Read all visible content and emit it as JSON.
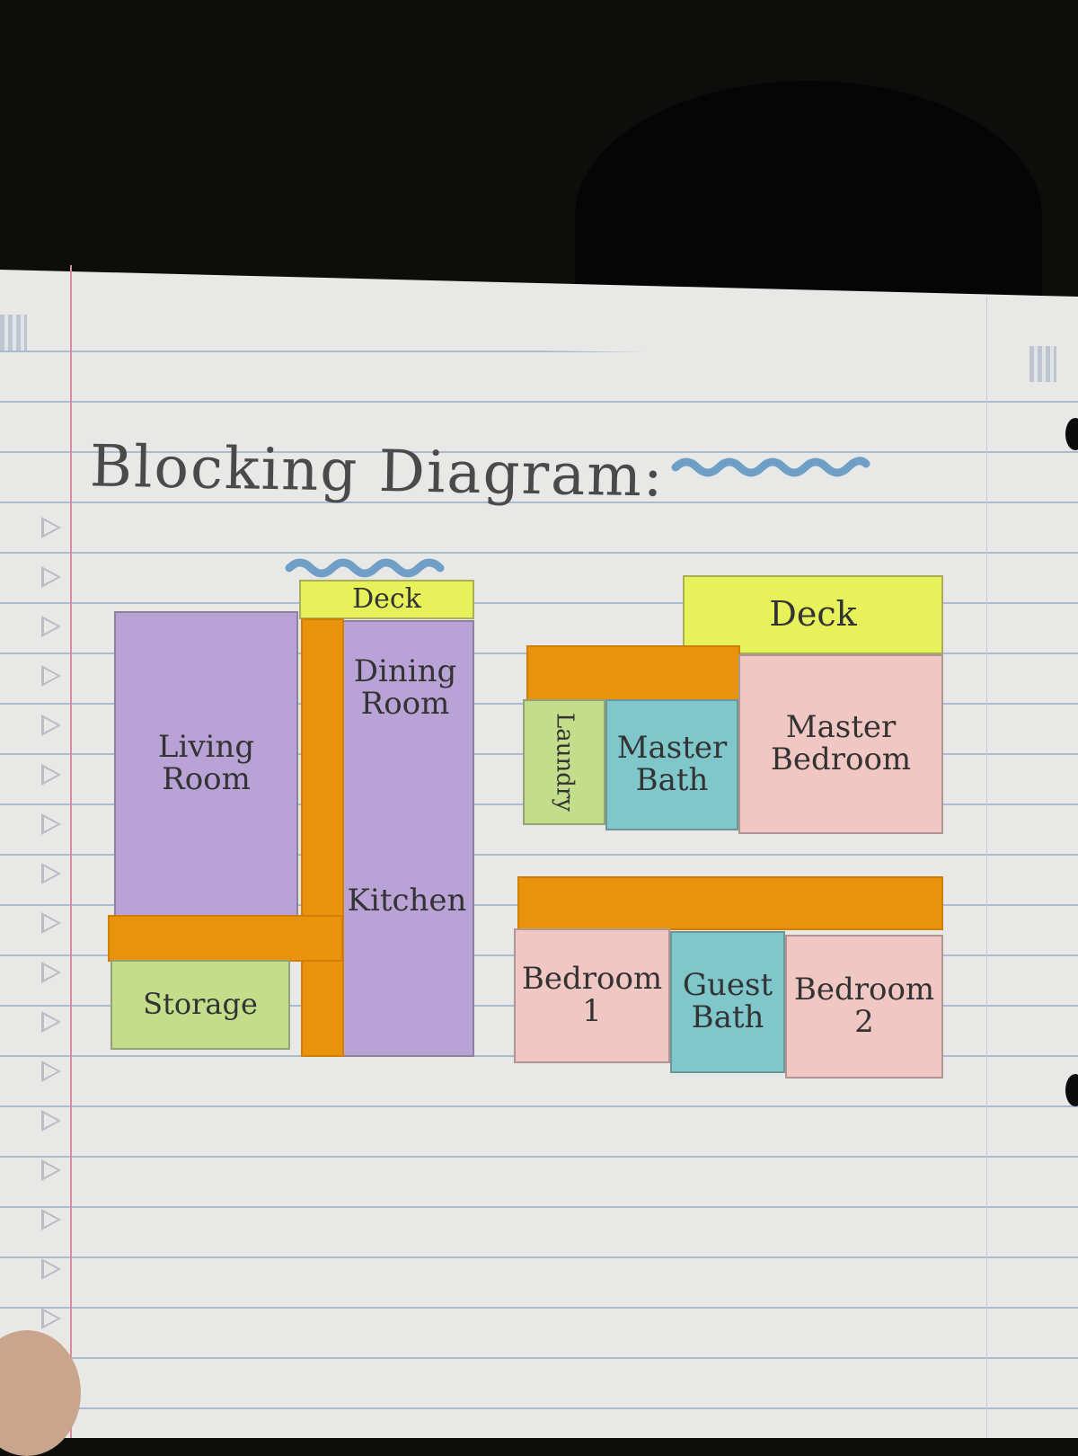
{
  "title": "Blocking Diagram:",
  "colors": {
    "purple": "#b9a3d6",
    "yellow": "#e7f25a",
    "green": "#c3dd8b",
    "pink": "#f0c7c3",
    "teal": "#7fc7cb",
    "orange": "#e9920b",
    "squiggle": "#6f9fc6"
  },
  "left_plan": {
    "deck": "Deck",
    "living_room": "Living\nRoom",
    "dining_room": "Dining\nRoom",
    "kitchen": "Kitchen",
    "storage": "Storage"
  },
  "right_plan": {
    "deck": "Deck",
    "laundry": "Laundry",
    "master_bath": "Master\nBath",
    "master_bedroom": "Master\nBedroom",
    "bedroom_1": "Bedroom\n1",
    "guest_bath": "Guest\nBath",
    "bedroom_2": "Bedroom\n2"
  }
}
